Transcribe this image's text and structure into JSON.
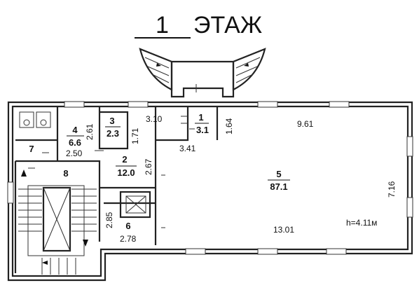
{
  "title": {
    "number": "1",
    "text": "ЭТАЖ"
  },
  "rooms": [
    {
      "id": "1",
      "area": "3.1"
    },
    {
      "id": "2",
      "area": "12.0"
    },
    {
      "id": "3",
      "area": "2.3"
    },
    {
      "id": "4",
      "area": "6.6"
    },
    {
      "id": "5",
      "area": "87.1"
    },
    {
      "id": "6",
      "area": ""
    },
    {
      "id": "7",
      "area": ""
    },
    {
      "id": "8",
      "area": ""
    }
  ],
  "dimensions": [
    "3.10",
    "1.64",
    "9.61",
    "2.61",
    "1.71",
    "3.41",
    "2.50",
    "2.67",
    "7.16",
    "2.85",
    "2.78",
    "13.01"
  ],
  "ceiling_height": "h=4.11м"
}
